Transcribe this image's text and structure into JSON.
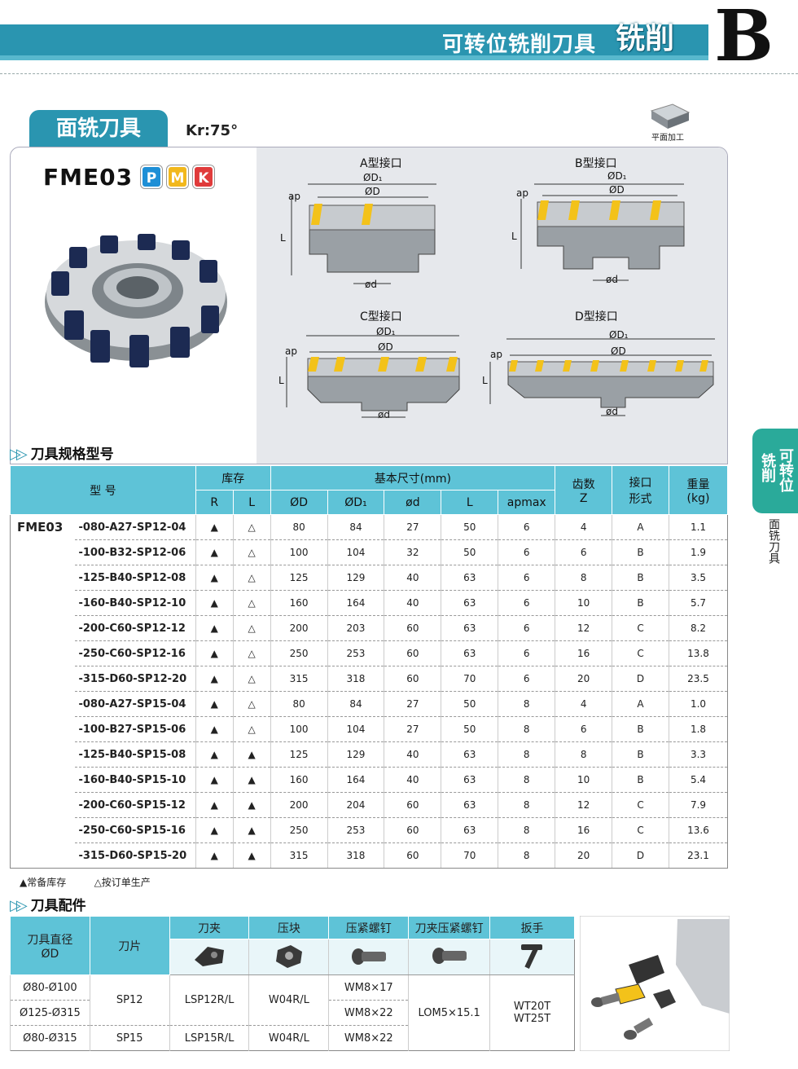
{
  "header": {
    "title": "可转位铣削刀具",
    "section": "铣削",
    "letter": "B"
  },
  "product": {
    "tab": "面铣刀具",
    "kr": "Kr:75°",
    "model": "FME03",
    "materials": [
      "P",
      "M",
      "K"
    ],
    "op_label": "平面加工"
  },
  "diagrams": {
    "a": {
      "title": "A型接口"
    },
    "b": {
      "title": "B型接口"
    },
    "c": {
      "title": "C型接口"
    },
    "d": {
      "title": "D型接口"
    },
    "labels": {
      "D1": "ØD₁",
      "D": "ØD",
      "d": "ød",
      "L": "L",
      "ap": "ap"
    }
  },
  "spec": {
    "section_title": "刀具规格型号",
    "headers": {
      "model": "型 号",
      "stock": "库存",
      "r": "R",
      "l": "L",
      "dims": "基本尺寸(mm)",
      "D": "ØD",
      "D1": "ØD₁",
      "d": "ød",
      "L": "L",
      "ap": "apmax",
      "z1": "齿数",
      "z2": "Z",
      "iface1": "接口",
      "iface2": "形式",
      "w1": "重量",
      "w2": "(kg)"
    },
    "prefix": "FME03",
    "rows": [
      [
        "-080-A27-SP12-04",
        "▲",
        "△",
        "80",
        "84",
        "27",
        "50",
        "6",
        "4",
        "A",
        "1.1"
      ],
      [
        "-100-B32-SP12-06",
        "▲",
        "△",
        "100",
        "104",
        "32",
        "50",
        "6",
        "6",
        "B",
        "1.9"
      ],
      [
        "-125-B40-SP12-08",
        "▲",
        "△",
        "125",
        "129",
        "40",
        "63",
        "6",
        "8",
        "B",
        "3.5"
      ],
      [
        "-160-B40-SP12-10",
        "▲",
        "△",
        "160",
        "164",
        "40",
        "63",
        "6",
        "10",
        "B",
        "5.7"
      ],
      [
        "-200-C60-SP12-12",
        "▲",
        "△",
        "200",
        "203",
        "60",
        "63",
        "6",
        "12",
        "C",
        "8.2"
      ],
      [
        "-250-C60-SP12-16",
        "▲",
        "△",
        "250",
        "253",
        "60",
        "63",
        "6",
        "16",
        "C",
        "13.8"
      ],
      [
        "-315-D60-SP12-20",
        "▲",
        "△",
        "315",
        "318",
        "60",
        "70",
        "6",
        "20",
        "D",
        "23.5"
      ],
      [
        "-080-A27-SP15-04",
        "▲",
        "△",
        "80",
        "84",
        "27",
        "50",
        "8",
        "4",
        "A",
        "1.0"
      ],
      [
        "-100-B27-SP15-06",
        "▲",
        "△",
        "100",
        "104",
        "27",
        "50",
        "8",
        "6",
        "B",
        "1.8"
      ],
      [
        "-125-B40-SP15-08",
        "▲",
        "▲",
        "125",
        "129",
        "40",
        "63",
        "8",
        "8",
        "B",
        "3.3"
      ],
      [
        "-160-B40-SP15-10",
        "▲",
        "▲",
        "160",
        "164",
        "40",
        "63",
        "8",
        "10",
        "B",
        "5.4"
      ],
      [
        "-200-C60-SP15-12",
        "▲",
        "▲",
        "200",
        "204",
        "60",
        "63",
        "8",
        "12",
        "C",
        "7.9"
      ],
      [
        "-250-C60-SP15-16",
        "▲",
        "▲",
        "250",
        "253",
        "60",
        "63",
        "8",
        "16",
        "C",
        "13.6"
      ],
      [
        "-315-D60-SP15-20",
        "▲",
        "▲",
        "315",
        "318",
        "60",
        "70",
        "8",
        "20",
        "D",
        "23.1"
      ]
    ],
    "legend_stock": "▲常备库存",
    "legend_order": "△按订单生产"
  },
  "accessories": {
    "section_title": "刀具配件",
    "headers": {
      "dia1": "刀具直径",
      "dia2": "ØD",
      "insert": "刀片",
      "clamp": "刀夹",
      "wedge": "压块",
      "screw": "压紧螺钉",
      "clamp_screw": "刀夹压紧螺钉",
      "wrench": "扳手"
    },
    "rows": [
      {
        "dia": "Ø80-Ø100",
        "screw": "WM8×17"
      },
      {
        "dia": "Ø125-Ø315",
        "screw": "WM8×22"
      },
      {
        "dia": "Ø80-Ø315",
        "screw": "WM8×22"
      }
    ],
    "insert_sp12": "SP12",
    "insert_sp15": "SP15",
    "clamp_12": "LSP12R/L",
    "clamp_15": "LSP15R/L",
    "wedge_12": "W04R/L",
    "wedge_15": "W04R/L",
    "clamp_screw": "LOM5×15.1",
    "wrench_1": "WT20T",
    "wrench_2": "WT25T"
  },
  "side": {
    "tab_line1": "可转位",
    "tab_line2": "铣削",
    "label": "面铣刀具"
  },
  "colors": {
    "accent": "#2a95b0",
    "table_header": "#5ec3d7",
    "side_tab": "#2aaa9a"
  }
}
